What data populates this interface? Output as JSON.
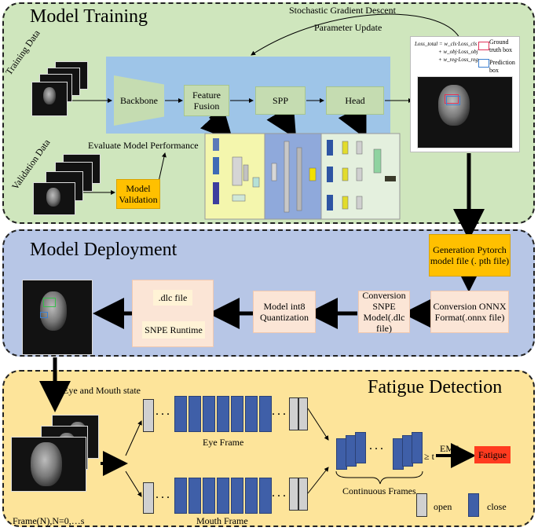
{
  "training": {
    "title": "Model Training",
    "sgd_label": "Stochastic Gradient Descent",
    "param_update": "Parameter Update",
    "training_data": "Training Data",
    "validation_data": "Validation Data",
    "evaluate": "Evaluate Model Performance",
    "validation_box": "Model\nValidation",
    "backbone": "Backbone",
    "feature_fusion": "Feature\nFusion",
    "spp": "SPP",
    "head": "Head",
    "loss_formula_1": "Loss_total = w_cls·Loss_cls",
    "loss_formula_2": "+ w_obj·Loss_obj",
    "loss_formula_3": "+ w_reg·Loss_reg",
    "legend_gt": "Ground\ntruth box",
    "legend_pred": "Prediction box"
  },
  "deployment": {
    "title": "Model Deployment",
    "generation": "Generation Pytorch\nmodel file (. pth file)",
    "conversion_onnx": "Conversion ONNX\nFormat(.onnx file)",
    "conversion_snpe": "Conversion SNPE\nModel(.dlc file)",
    "quantization": "Model int8\nQuantization",
    "dlc_file": ".dlc file",
    "snpe_runtime": "SNPE Runtime"
  },
  "fatigue": {
    "title": "Fatigue Detection",
    "eye_mouth_state": "Eye and Mouth state",
    "eye_frame": "Eye Frame",
    "mouth_frame": "Mouth Frame",
    "frames": "Frame(N),N=0,…s",
    "continuous": "Continuous Frames",
    "threshold": "≥ t",
    "ems": "EMS",
    "fatigue_label": "Fatigue",
    "open": "open",
    "close": "close",
    "dots": "· · ·"
  },
  "colors": {
    "training_bg": "#cfe6bd",
    "deployment_bg": "#b7c6e6",
    "fatigue_bg": "#fde49a",
    "pipeline_bg": "#9ec5e8",
    "orange": "#ffc000",
    "fatigue_red": "#ff3b1f",
    "frame_blue": "#3f5fa8",
    "frame_gray": "#d0d0d0"
  }
}
